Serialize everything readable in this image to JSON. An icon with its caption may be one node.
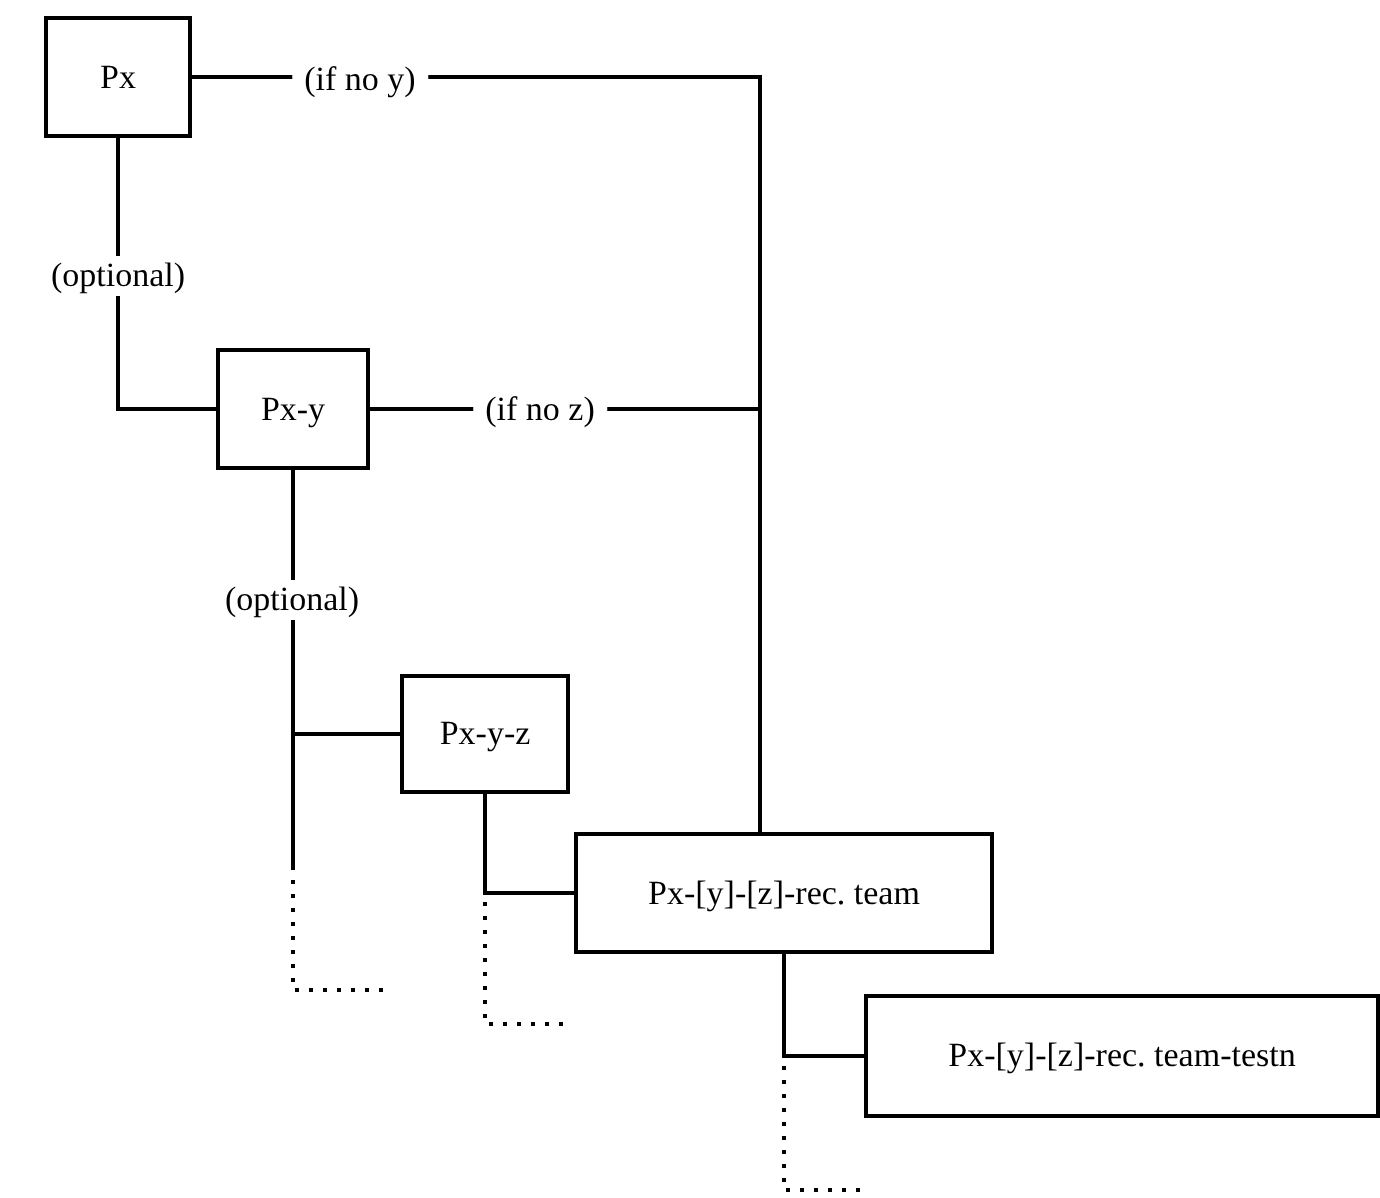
{
  "diagram": {
    "nodes": [
      {
        "text": [
          "Px"
        ]
      },
      {
        "text": [
          "Px-y"
        ]
      },
      {
        "text": [
          "Px-y-z"
        ]
      },
      {
        "text": [
          "Px-[y]-[z]-rec. team"
        ]
      },
      {
        "text": [
          "Px-[y]-[z]-rec. team-testn"
        ]
      }
    ],
    "edges": [
      {
        "from": 0,
        "to": 1,
        "arrow": "none",
        "label": "(optional)"
      },
      {
        "from": 0,
        "to": 3,
        "arrow": "none",
        "label": "(if no y)"
      },
      {
        "from": 1,
        "to": 3,
        "arrow": "none",
        "label": "(if no z)"
      },
      {
        "from": 1,
        "to": 2,
        "arrow": "none",
        "label": "(optional)"
      },
      {
        "from": 1,
        "to": null,
        "arrow": "none",
        "style": "dashed"
      },
      {
        "from": 2,
        "to": 3,
        "arrow": "none"
      },
      {
        "from": 2,
        "to": null,
        "arrow": "none",
        "style": "dashed"
      },
      {
        "from": 3,
        "to": 4,
        "arrow": "none"
      },
      {
        "from": 3,
        "to": null,
        "arrow": "none",
        "style": "dashed"
      }
    ]
  }
}
